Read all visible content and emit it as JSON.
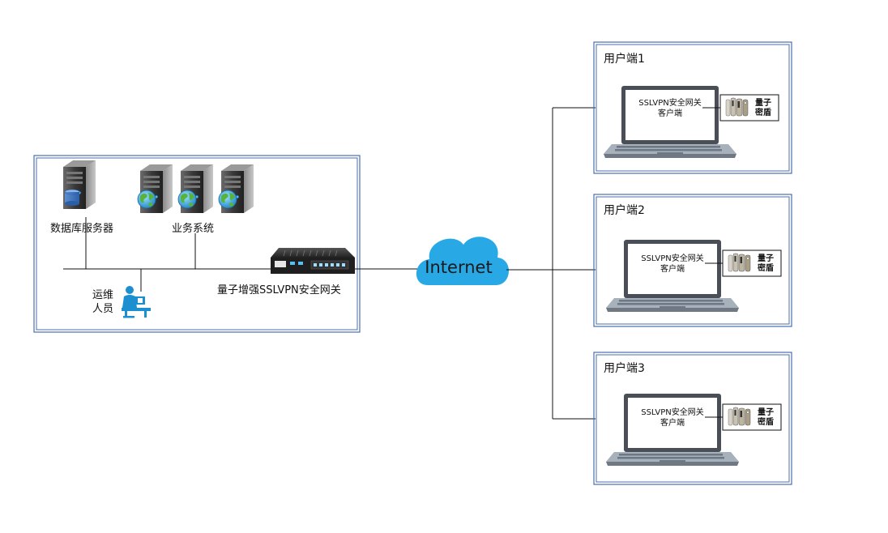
{
  "datacenter": {
    "db_server_label": "数据库服务器",
    "business_label": "业务系统",
    "ops_label_line1": "运维",
    "ops_label_line2": "人员",
    "gateway_label": "量子增强SSLVPN安全网关"
  },
  "cloud": {
    "label": "Internet"
  },
  "clients": [
    {
      "title": "用户端1",
      "screen_line1": "SSLVPN安全网关",
      "screen_line2": "客户端",
      "key_line1": "量子",
      "key_line2": "密盾"
    },
    {
      "title": "用户端2",
      "screen_line1": "SSLVPN安全网关",
      "screen_line2": "客户端",
      "key_line1": "量子",
      "key_line2": "密盾"
    },
    {
      "title": "用户端3",
      "screen_line1": "SSLVPN安全网关",
      "screen_line2": "客户端",
      "key_line1": "量子",
      "key_line2": "密盾"
    }
  ],
  "colors": {
    "frame_border": "#4a6fae",
    "cloud_fill": "#29a8e6",
    "server_dark": "#2d2d2d",
    "laptop_gray": "#8b96a3",
    "person_blue": "#1b8fd0"
  }
}
